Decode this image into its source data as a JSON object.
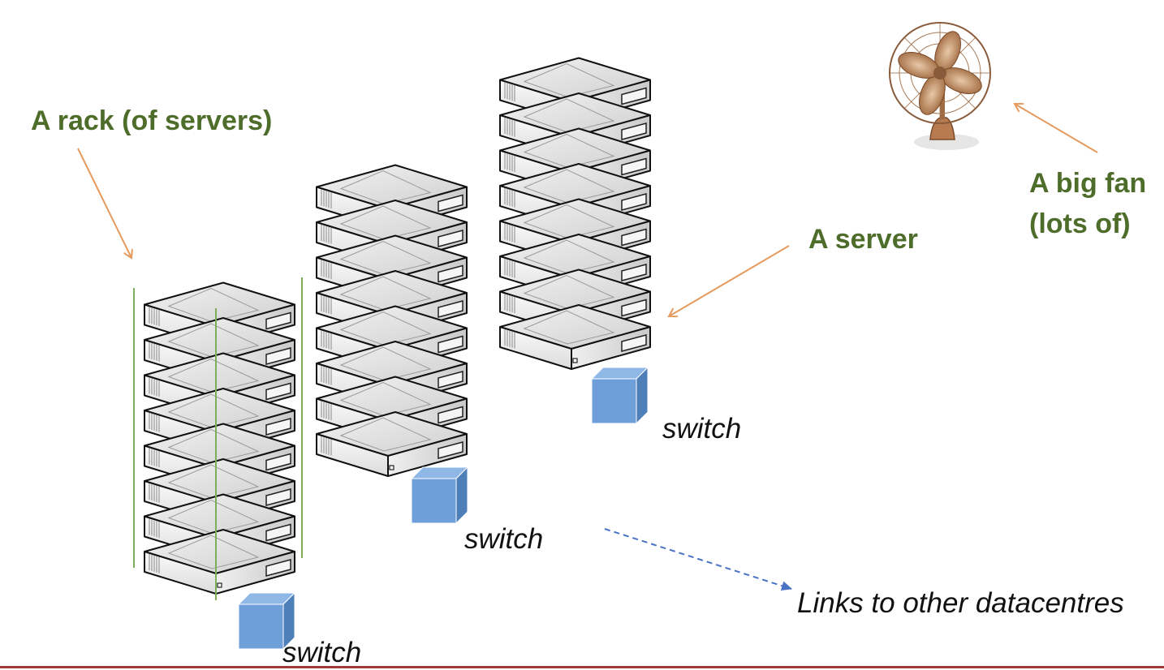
{
  "labels": {
    "rack": "A rack (of servers)",
    "server": "A server",
    "fan_line1": "A big fan",
    "fan_line2": "(lots of)",
    "links": "Links to other datacentres",
    "switch": "switch"
  },
  "racks": [
    {
      "id": "rack-1",
      "servers": 8
    },
    {
      "id": "rack-2",
      "servers": 8
    },
    {
      "id": "rack-3",
      "servers": 8
    }
  ],
  "colors": {
    "label_green": "#4e6d2b",
    "arrow_orange": "#e59a5e",
    "switch_blue": "#6f9fd8",
    "link_arrow_blue": "#4a72c4",
    "rack_frame_green": "#7fae5a",
    "bottom_rule": "#a33a3a"
  },
  "icons": {
    "fan": "fan-icon",
    "switch": "switch-cube-icon",
    "server": "server-unit-icon"
  }
}
